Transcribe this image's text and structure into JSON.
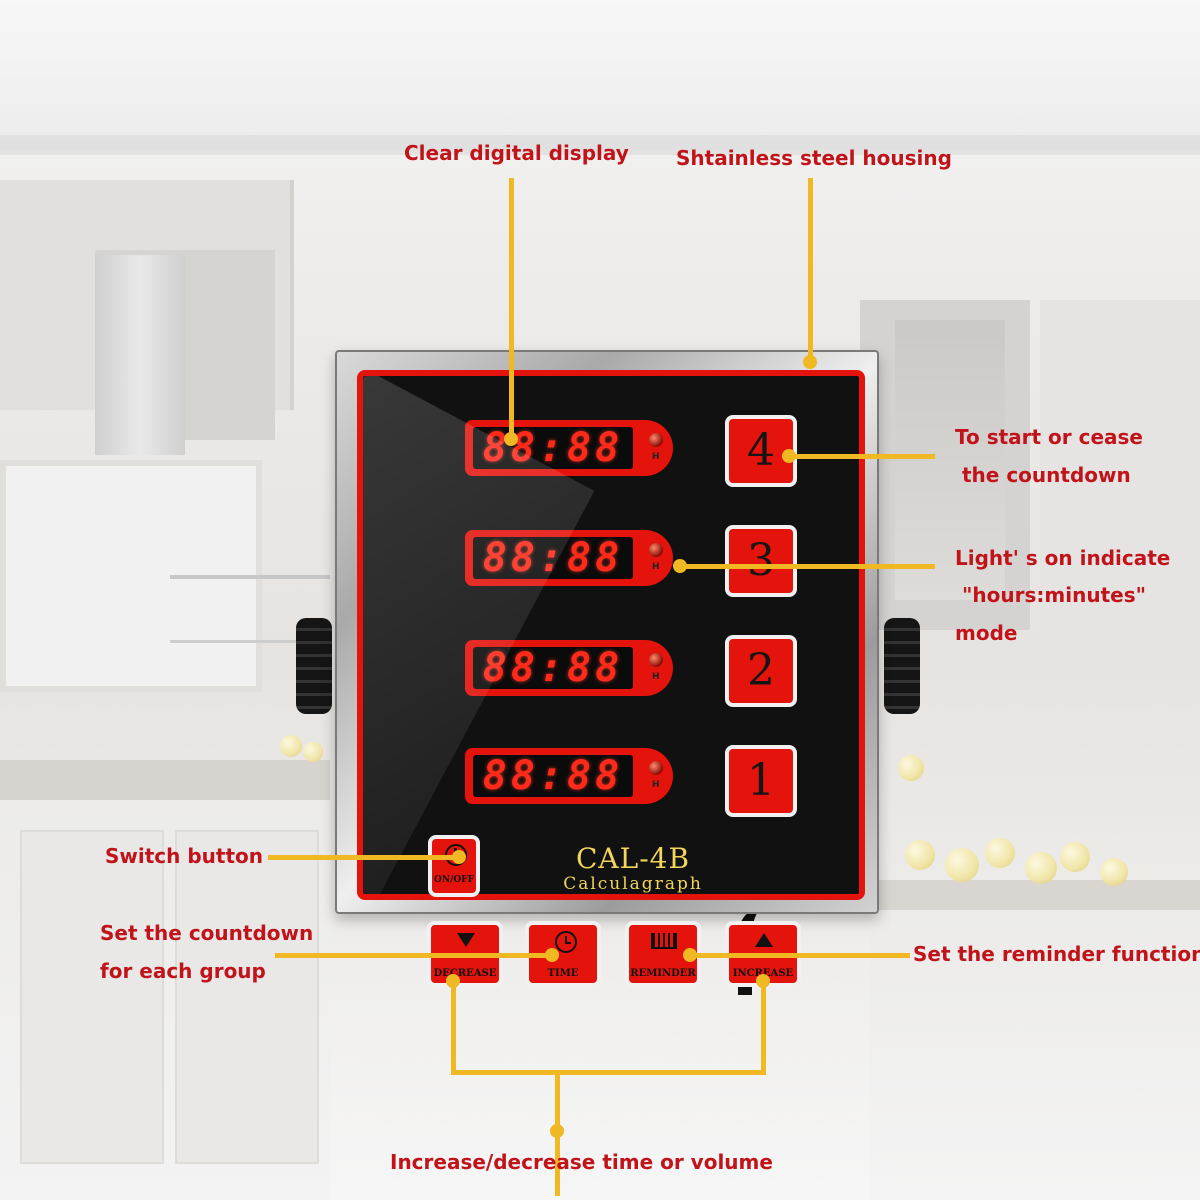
{
  "device": {
    "model": "CAL-4B",
    "subtitle": "Calculagraph",
    "timers": [
      {
        "display": "88:88",
        "indicator": "H",
        "key": "4"
      },
      {
        "display": "88:88",
        "indicator": "H",
        "key": "3"
      },
      {
        "display": "88:88",
        "indicator": "H",
        "key": "2"
      },
      {
        "display": "88:88",
        "indicator": "H",
        "key": "1"
      }
    ],
    "power_label": "ON/OFF",
    "buttons": {
      "decrease": "DECREASE",
      "time": "TIME",
      "reminder": "REMINDER",
      "increase": "INCREASE"
    }
  },
  "annotations": {
    "display": "Clear digital display",
    "housing": "Shtainless steel housing",
    "start_cease": [
      "To start or cease",
      "the countdown"
    ],
    "lights": [
      "Light' s on indicate",
      "\"hours:minutes\"",
      "mode"
    ],
    "switch": "Switch button",
    "countdown": [
      "Set the countdown",
      "for each group"
    ],
    "reminder": "Set the reminder function",
    "increase_decrease": "Increase/decrease time or volume"
  },
  "colors": {
    "panel_red": "#e4130c",
    "annotation_text": "#c0141a",
    "leader_line": "#f0b823",
    "brand_gold": "#f3d55a"
  }
}
